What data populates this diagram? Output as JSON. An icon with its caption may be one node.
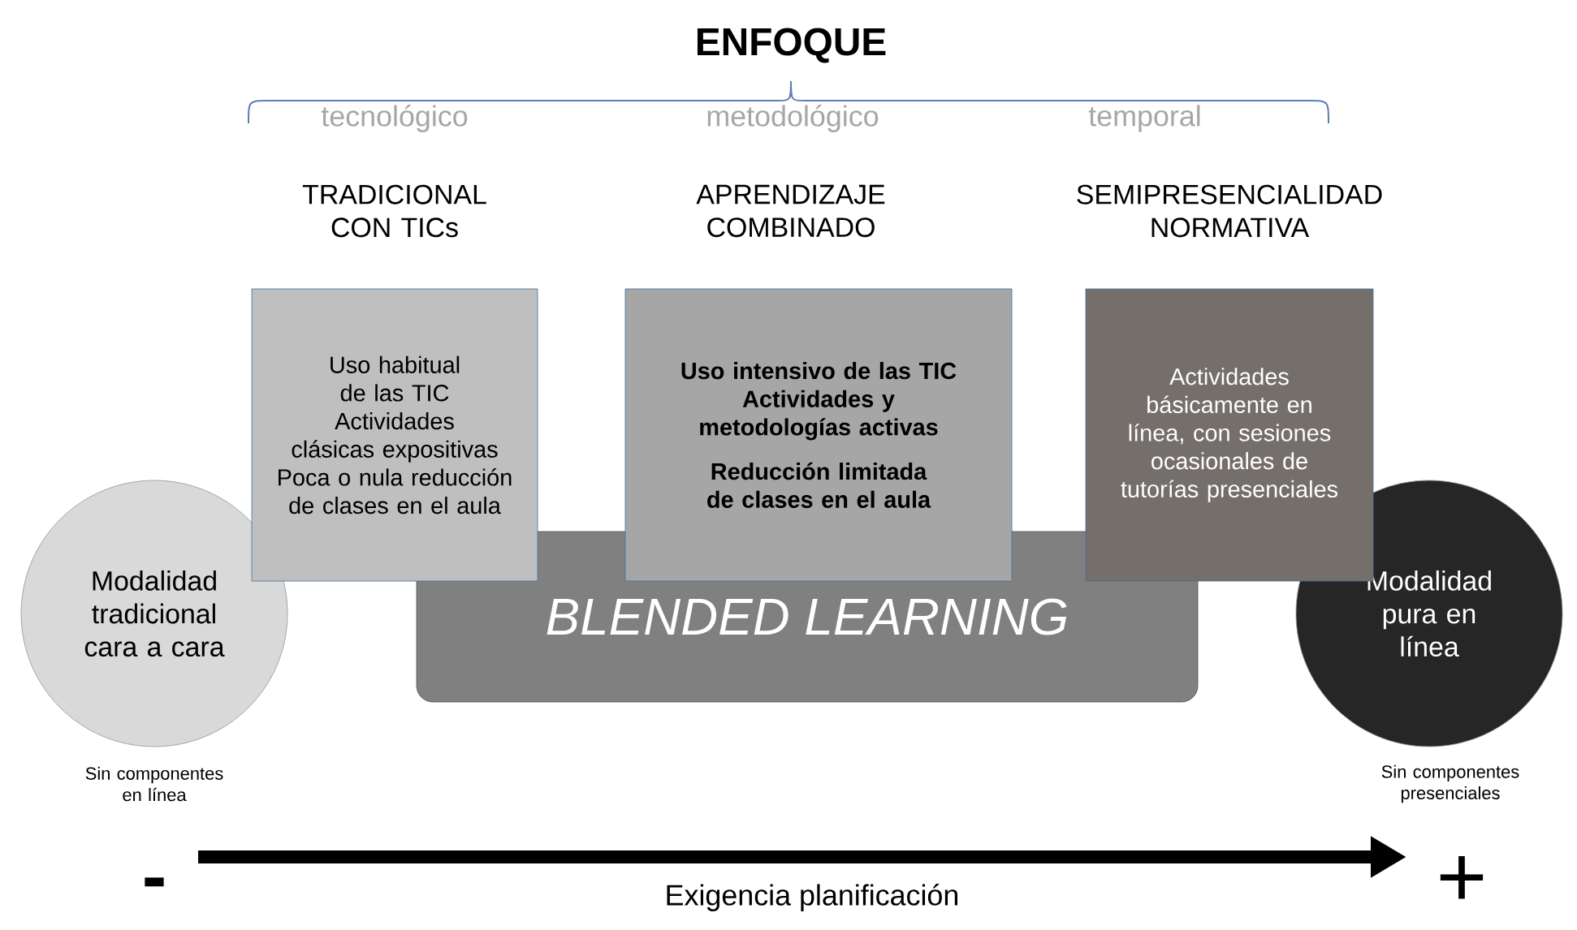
{
  "diagram": {
    "nodes": [
      {
        "text": [
          "Modalidad tradicional cara a cara"
        ],
        "beside": [
          "Sin componentes en línea"
        ]
      },
      {
        "text": [
          "BLENDED LEARNING"
        ]
      },
      {
        "text": [
          "TRADICIONAL CON TICs",
          "Uso habitual de las TIC",
          "Actividades clásicas expositivas",
          "Poca o nula reducción de clases en el aula"
        ]
      },
      {
        "text": [
          "APRENDIZAJE COMBINADO",
          "Uso intensivo de las TIC",
          "Actividades y metodologías activas",
          "Reducción limitada de clases en el aula"
        ]
      },
      {
        "text": [
          "SEMIPRESENCIALIDAD NORMATIVA",
          "Actividades básicamente en línea, con sesiones ocasionales de tutorías presenciales"
        ]
      },
      {
        "text": [
          "Modalidad pura en línea"
        ],
        "beside": [
          "Sin componentes presenciales"
        ]
      }
    ],
    "labels": [
      "ENFOQUE",
      "tecnológico",
      "metodológico",
      "temporal",
      "-",
      "+",
      "Exigencia planificación"
    ]
  }
}
